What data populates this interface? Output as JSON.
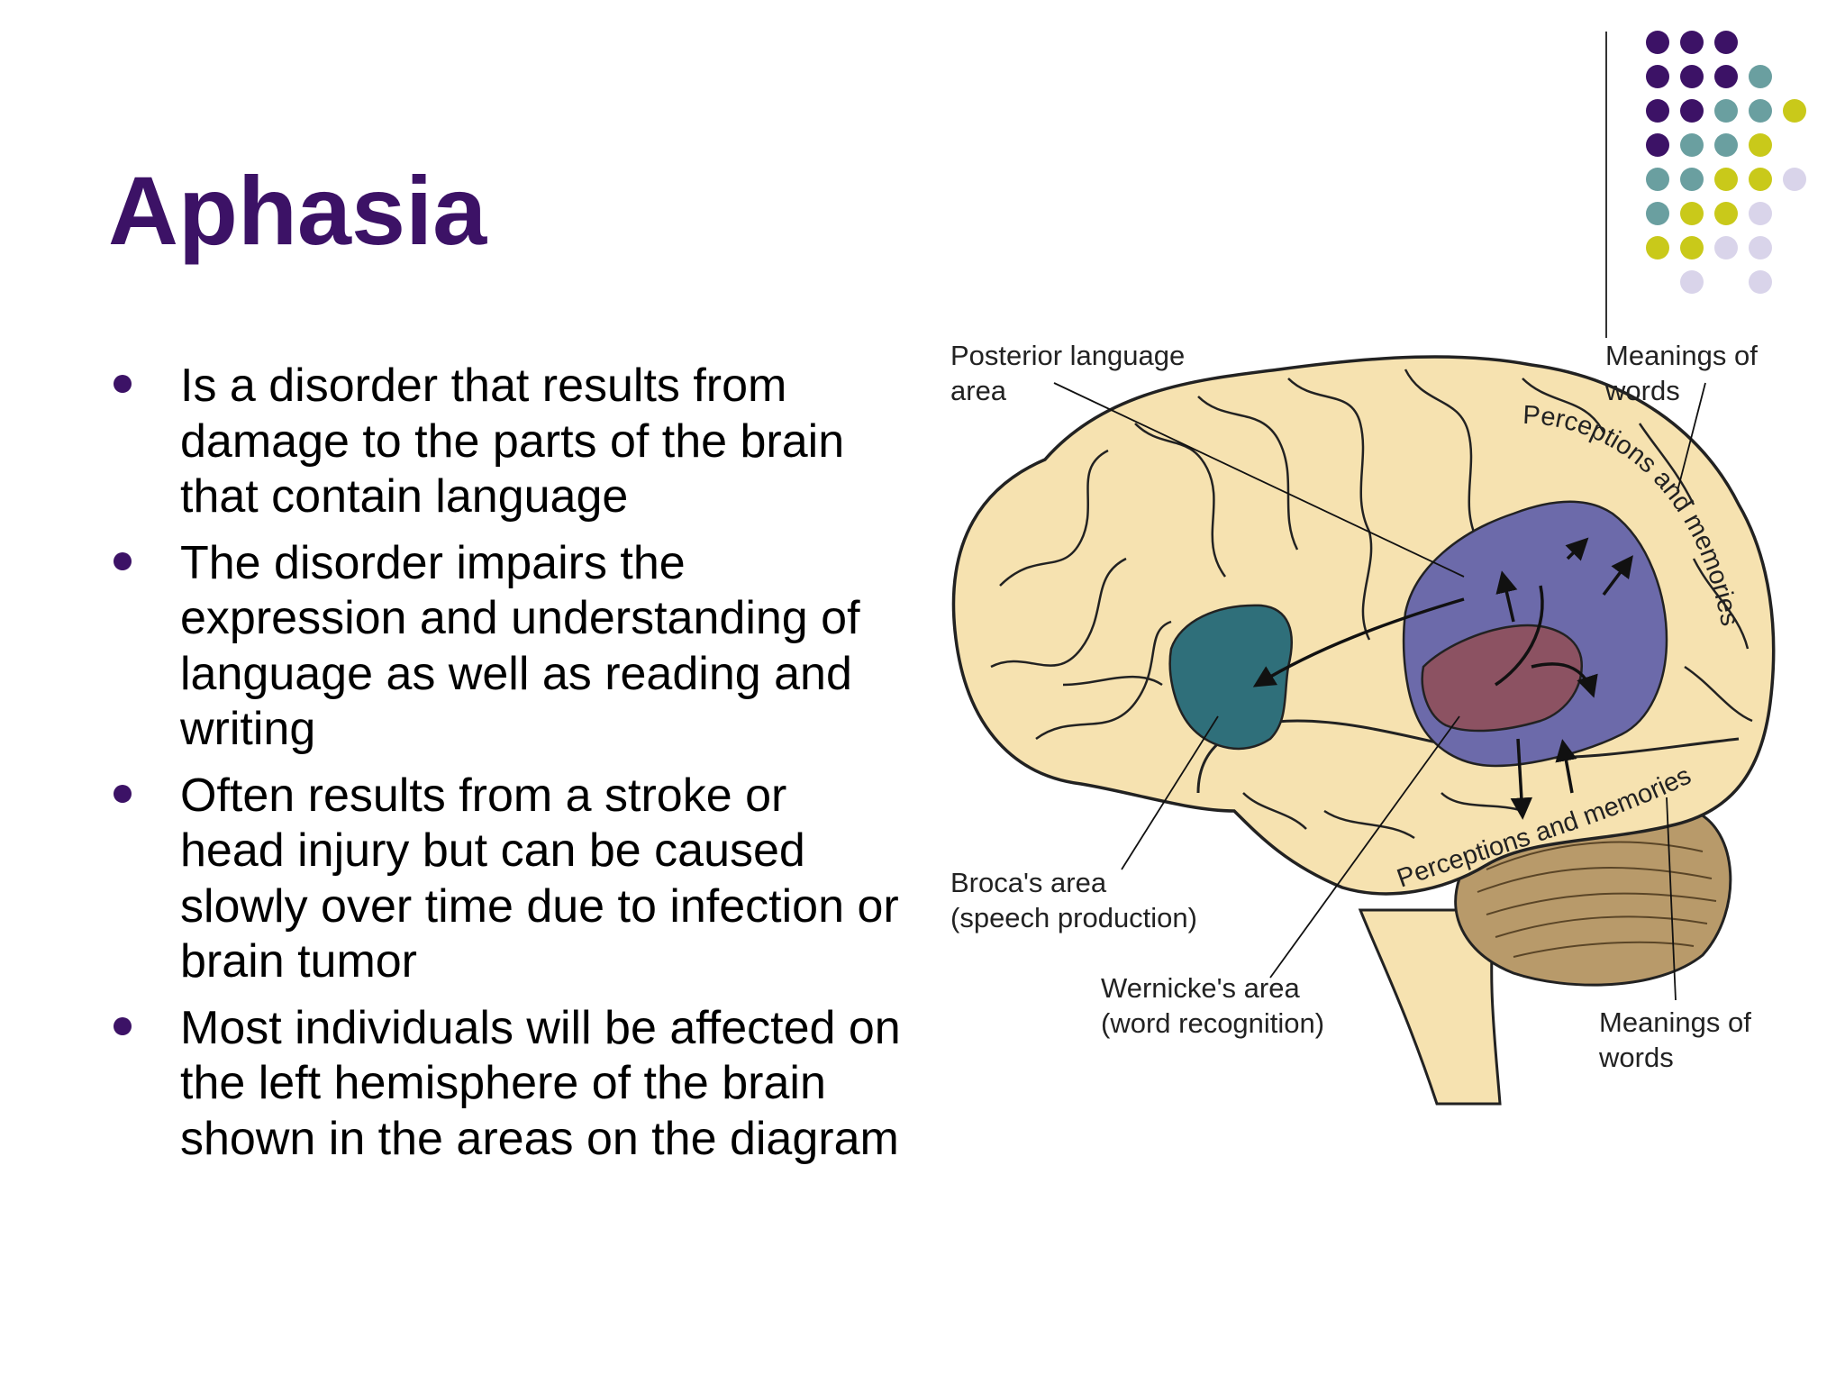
{
  "slide": {
    "title": "Aphasia",
    "bullets": [
      "Is a disorder that results from damage to the parts of the brain that contain language",
      "The disorder impairs the expression and understanding of language as well as reading and writing",
      "Often results from a stroke or head injury but can be caused slowly over time due to infection or brain tumor",
      "Most individuals will be affected on the left hemisphere of the brain shown in the areas on the diagram"
    ]
  },
  "diagram": {
    "labels": {
      "posterior_1": "Posterior language",
      "posterior_2": "area",
      "meanings_top_1": "Meanings of",
      "meanings_top_2": "words",
      "perceptions_top": "Perceptions and memories",
      "perceptions_bottom": "Perceptions and memories",
      "broca_1": "Broca's area",
      "broca_2": "(speech production)",
      "wernicke_1": "Wernicke's area",
      "wernicke_2": "(word recognition)",
      "meanings_bottom_1": "Meanings of",
      "meanings_bottom_2": "words"
    }
  },
  "colors": {
    "title": "#3c1266",
    "dark_purple": "#3c1266",
    "teal": "#6a9fa0",
    "yellow_green": "#c9c91a",
    "lavender": "#d9d4ea",
    "brain_fill": "#f6e2b0",
    "broca": "#2f6f7a",
    "posterior": "#6c6aaa",
    "wernicke": "#8c5262"
  }
}
